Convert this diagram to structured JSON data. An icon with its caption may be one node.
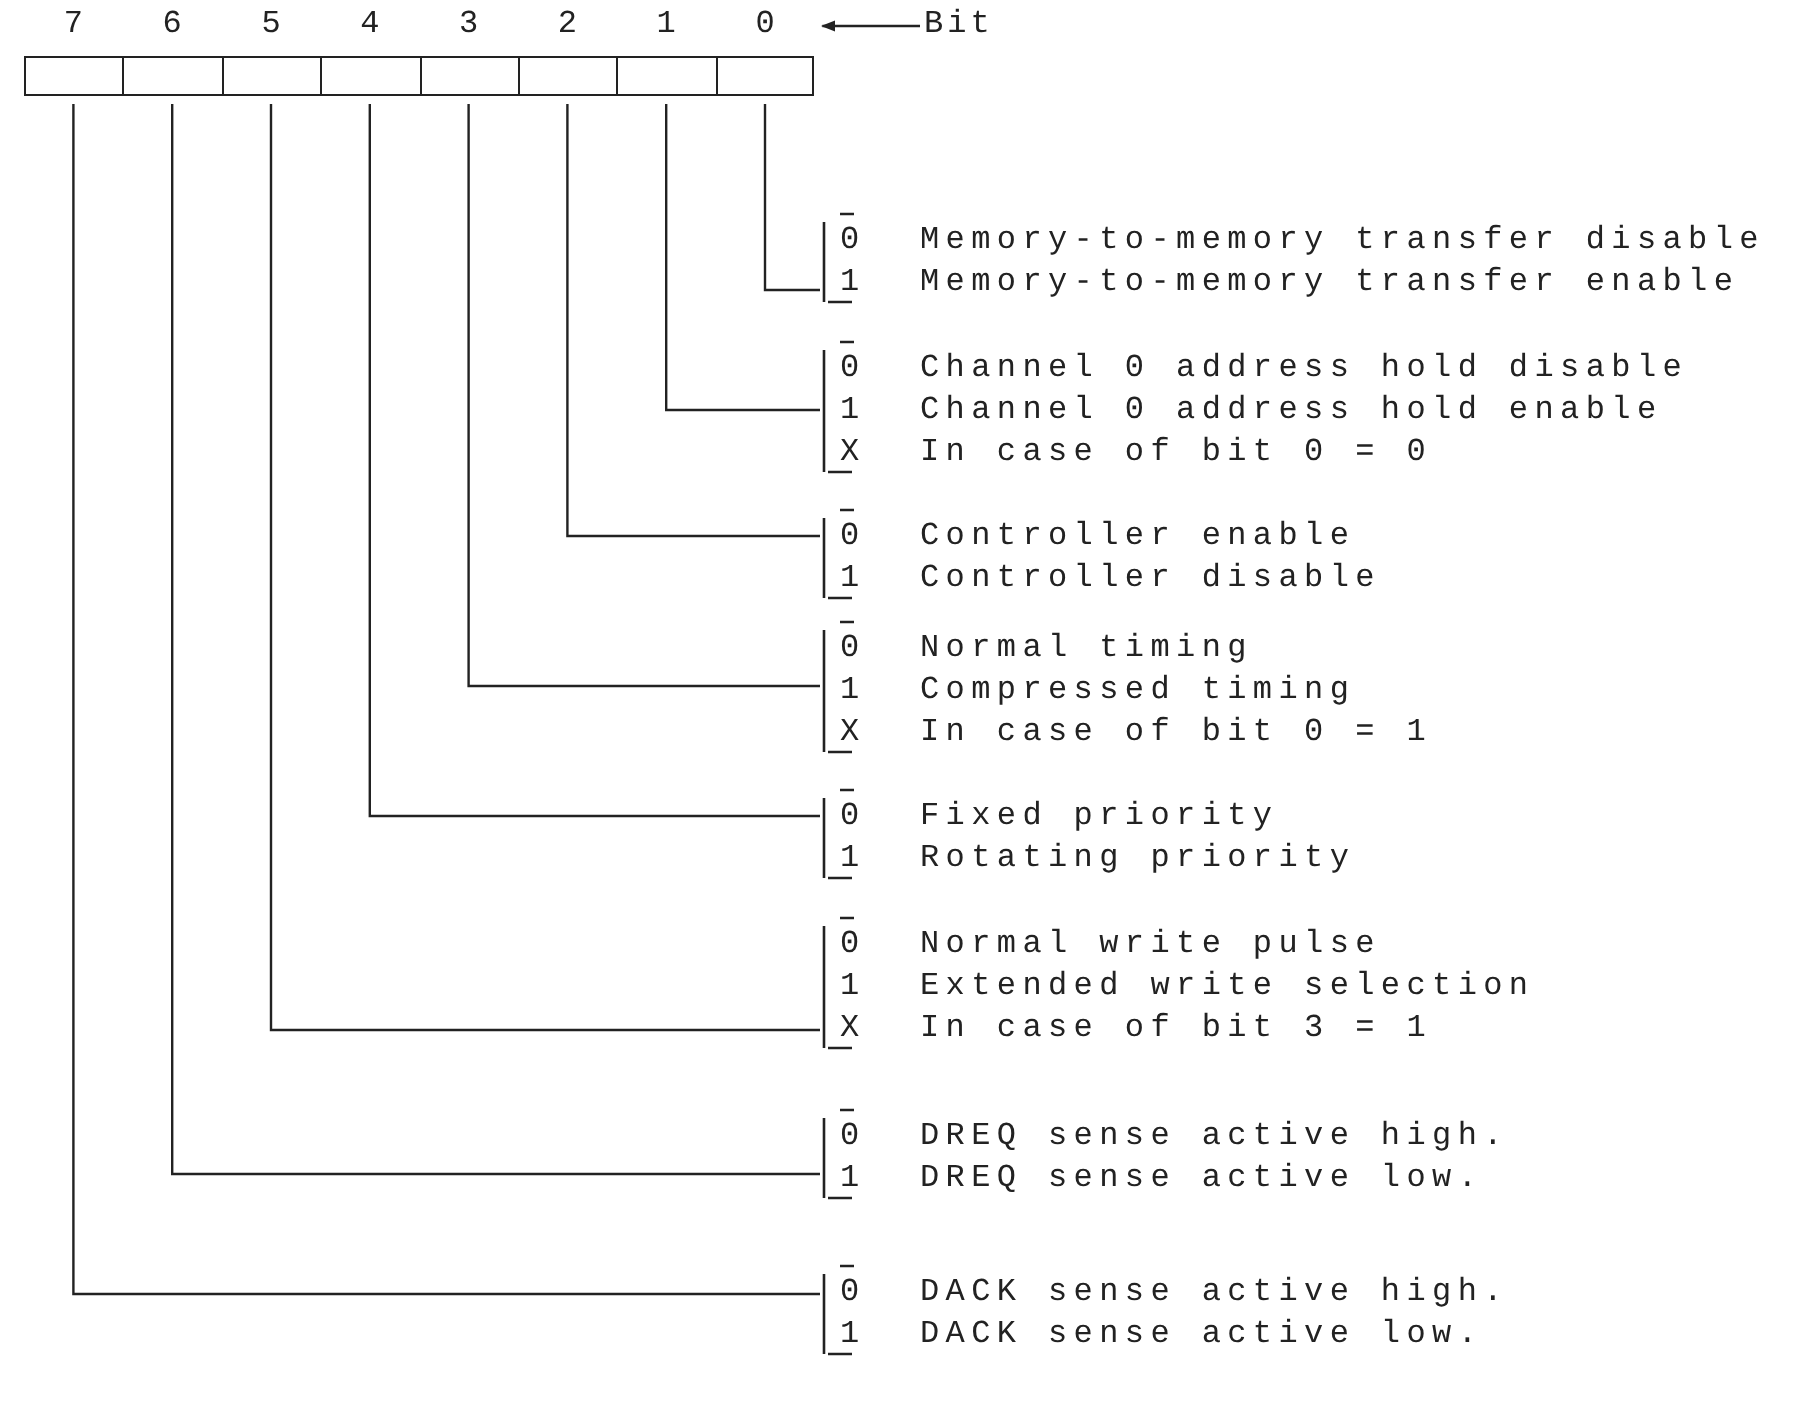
{
  "diagram": {
    "nodes": [
      {
        "text": [
          "7"
        ]
      },
      {
        "text": [
          "6"
        ]
      },
      {
        "text": [
          "5"
        ]
      },
      {
        "text": [
          "4"
        ]
      },
      {
        "text": [
          "3"
        ]
      },
      {
        "text": [
          "2"
        ]
      },
      {
        "text": [
          "1"
        ]
      },
      {
        "text": [
          "0"
        ]
      },
      {
        "text": [
          "Bit"
        ]
      },
      {
        "text": [
          "0",
          "Memory-to-memory transfer disable",
          "1",
          "Memory-to-memory transfer enable"
        ]
      },
      {
        "text": [
          "0",
          "Channel 0 address hold disable",
          "1",
          "Channel 0 address hold enable",
          "X",
          "In case of bit 0 = 0"
        ]
      },
      {
        "text": [
          "0",
          "Controller enable",
          "1",
          "Controller disable"
        ]
      },
      {
        "text": [
          "0",
          "Normal timing",
          "1",
          "Compressed timing",
          "X",
          "In case of bit 0 = 1"
        ]
      },
      {
        "text": [
          "0",
          "Fixed priority",
          "1",
          "Rotating priority"
        ]
      },
      {
        "text": [
          "0",
          "Normal write pulse",
          "1",
          "Extended write selection",
          "X",
          "In case of bit 3 = 1"
        ]
      },
      {
        "text": [
          "0",
          "DREQ sense active high.",
          "1",
          "DREQ sense active low."
        ]
      },
      {
        "text": [
          "0",
          "DACK sense active high.",
          "1",
          "DACK sense active low."
        ]
      }
    ],
    "edges": [
      {
        "from": 7,
        "to": 9,
        "arrow": "none"
      },
      {
        "from": 6,
        "to": 10,
        "arrow": "none"
      },
      {
        "from": 5,
        "to": 11,
        "arrow": "none"
      },
      {
        "from": 4,
        "to": 12,
        "arrow": "none"
      },
      {
        "from": 3,
        "to": 13,
        "arrow": "none"
      },
      {
        "from": 2,
        "to": 14,
        "arrow": "none"
      },
      {
        "from": 1,
        "to": 15,
        "arrow": "none"
      },
      {
        "from": 0,
        "to": 16,
        "arrow": "none"
      },
      {
        "from": 8,
        "to": 7,
        "arrow": "to"
      }
    ]
  }
}
